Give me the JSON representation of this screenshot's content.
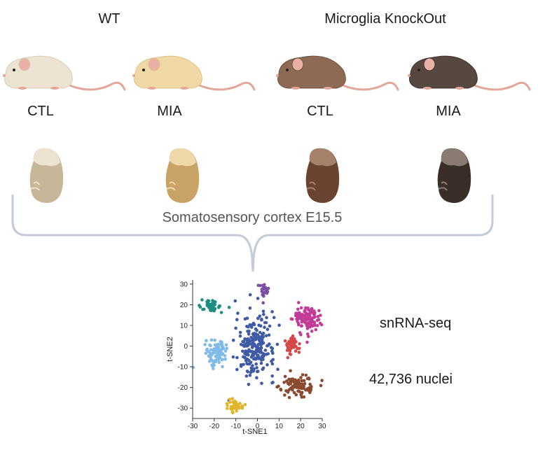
{
  "groups": {
    "wt": "WT",
    "ko": "Microglia KnockOut"
  },
  "conditions": [
    "CTL",
    "MIA",
    "CTL",
    "MIA"
  ],
  "mice": [
    {
      "body": "#ece3d2",
      "dark": "#d8ccb4"
    },
    {
      "body": "#f0d9a6",
      "dark": "#e0c285"
    },
    {
      "body": "#8c6a55",
      "dark": "#6f5240"
    },
    {
      "body": "#564840",
      "dark": "#3f332d"
    }
  ],
  "embryos": [
    {
      "body": "#c7b698",
      "head": "#ece3d2"
    },
    {
      "body": "#c9a265",
      "head": "#efd9a9"
    },
    {
      "body": "#6b4431",
      "head": "#a5816a"
    },
    {
      "body": "#3a2e28",
      "head": "#8a7c72"
    }
  ],
  "tissue_label": "Somatosensory cortex E15.5",
  "method_label": "snRNA-seq",
  "nuclei_label": "42,736 nuclei",
  "chart_data": {
    "type": "scatter",
    "xlabel": "t-SNE1",
    "ylabel": "t-SNE2",
    "xlim": [
      -30,
      30
    ],
    "ylim": [
      -35,
      32
    ],
    "xticks": [
      "-30",
      "-20",
      "-10",
      "0",
      "10",
      "20",
      "30"
    ],
    "yticks": [
      "30",
      "20",
      "10",
      "0",
      "-10",
      "-20",
      "-30"
    ],
    "clusters": [
      {
        "color": "#3f5aa6",
        "center": [
          -1,
          0
        ],
        "spread": [
          9,
          15
        ],
        "n": 230
      },
      {
        "color": "#7fbbe6",
        "center": [
          -19,
          -3
        ],
        "spread": [
          5,
          6
        ],
        "n": 95
      },
      {
        "color": "#1c8f80",
        "center": [
          -21,
          19
        ],
        "spread": [
          5,
          3
        ],
        "n": 45
      },
      {
        "color": "#7b4ea3",
        "center": [
          3,
          27
        ],
        "spread": [
          3,
          3
        ],
        "n": 30
      },
      {
        "color": "#c23d95",
        "center": [
          23,
          13
        ],
        "spread": [
          6,
          7
        ],
        "n": 120
      },
      {
        "color": "#d44848",
        "center": [
          16,
          1
        ],
        "spread": [
          3,
          5
        ],
        "n": 50
      },
      {
        "color": "#8b4a30",
        "center": [
          19,
          -19
        ],
        "spread": [
          8,
          5
        ],
        "n": 90
      },
      {
        "color": "#e0b62e",
        "center": [
          -11,
          -29
        ],
        "spread": [
          4,
          3
        ],
        "n": 45
      }
    ]
  }
}
